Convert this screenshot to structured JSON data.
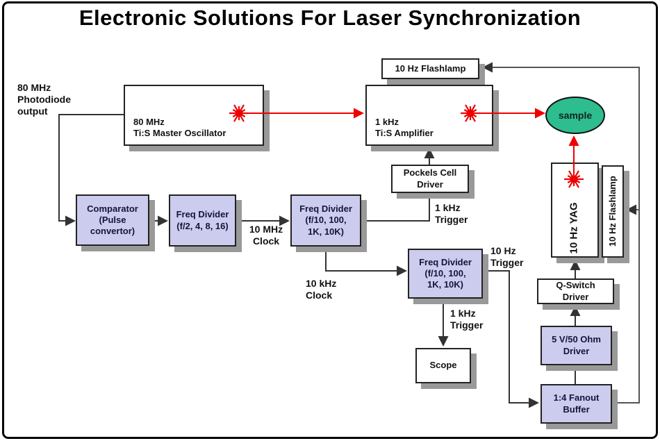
{
  "title": "Electronic Solutions For Laser Synchronization",
  "colors": {
    "box_fill_lavender": "#ccccee",
    "box_fill_white": "#ffffff",
    "sample_green": "#2dbd8e",
    "laser_red": "#ee0000",
    "wire_dark": "#333333",
    "shadow_gray": "#999999"
  },
  "nodes": {
    "master_oscillator": {
      "line1": "80 MHz",
      "line2": "Ti:S Master Oscillator"
    },
    "flashlamp_top": {
      "label": "10 Hz Flashlamp"
    },
    "amplifier": {
      "line1": "1 kHz",
      "line2": "Ti:S Amplifier"
    },
    "sample": {
      "label": "sample"
    },
    "pockels_driver": {
      "line1": "Pockels Cell",
      "line2": "Driver"
    },
    "comparator": {
      "line1": "Comparator",
      "line2": "(Pulse",
      "line3": "convertor)"
    },
    "freq_divider_1": {
      "line1": "Freq Divider",
      "line2": "(f/2, 4, 8, 16)"
    },
    "freq_divider_2": {
      "line1": "Freq Divider",
      "line2": "(f/10, 100,",
      "line3": "1K, 10K)"
    },
    "freq_divider_3": {
      "line1": "Freq Divider",
      "line2": "(f/10, 100,",
      "line3": "1K, 10K)"
    },
    "scope": {
      "label": "Scope"
    },
    "yag": {
      "label": "10 Hz YAG"
    },
    "flashlamp_vertical": {
      "label": "10 Hz Flashlamp"
    },
    "qswitch_driver": {
      "line1": "Q-Switch",
      "line2": "Driver"
    },
    "driver_5v50ohm": {
      "line1": "5 V/50 Ohm",
      "line2": "Driver"
    },
    "fanout_buffer": {
      "line1": "1:4 Fanout",
      "line2": "Buffer"
    }
  },
  "edge_labels": {
    "photodiode": {
      "line1": "80 MHz",
      "line2": "Photodiode",
      "line3": "output"
    },
    "clock_10mhz": {
      "line1": "10 MHz",
      "line2": "Clock"
    },
    "trigger_1khz_pockels": {
      "line1": "1 kHz",
      "line2": "Trigger"
    },
    "clock_10khz": {
      "line1": "10 kHz",
      "line2": "Clock"
    },
    "trigger_10hz": {
      "line1": "10 Hz",
      "line2": "Trigger"
    },
    "trigger_1khz_scope": {
      "line1": "1 kHz",
      "line2": "Trigger"
    }
  }
}
